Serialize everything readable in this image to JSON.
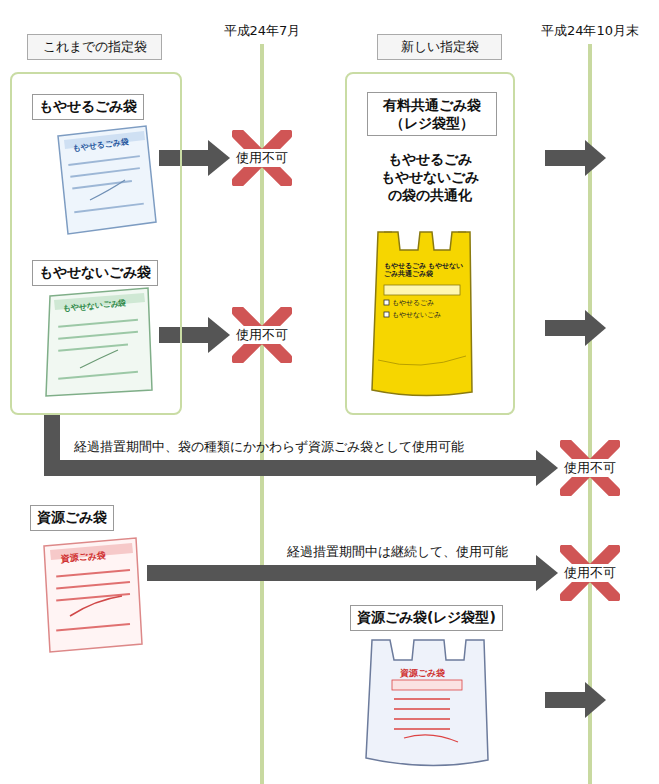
{
  "diagram": {
    "nodes": [
      {
        "text": [
          "これまでの指定袋"
        ]
      },
      {
        "text": [
          "もやせるごみ袋"
        ],
        "in": 0
      },
      {
        "text": [
          "もやせないごみ袋"
        ],
        "in": 0
      },
      {
        "text": [
          "新しい指定袋"
        ]
      },
      {
        "text": [
          "有料共通ごみ袋 （レジ袋型）"
        ],
        "in": 3
      },
      {
        "text": [
          "使用不可"
        ]
      },
      {
        "text": [
          "使用不可"
        ]
      },
      {
        "text": [
          "使用不可"
        ]
      },
      {
        "text": [
          "資源ごみ袋"
        ]
      },
      {
        "text": [
          "使用不可"
        ]
      },
      {
        "text": [
          "資源ごみ袋(レジ袋型)"
        ]
      }
    ],
    "edges": [
      {
        "from": 1,
        "to": 5,
        "arrow": "to"
      },
      {
        "from": 2,
        "to": 6,
        "arrow": "to"
      },
      {
        "from": 0,
        "to": 7,
        "arrow": "to",
        "label": "経過措置期間中、袋の種類にかかわらず資源ごみ袋として使用可能"
      },
      {
        "from": 8,
        "to": 9,
        "arrow": "to",
        "label": "経過措置期間中は継続して、使用可能"
      }
    ],
    "labels": [
      "平成24年7月",
      "平成24年10月末",
      "もやせるごみ もやせないごみ の袋の共通化",
      "もやせるごみ袋",
      "もやせないごみ袋",
      "もやせるごみ もやせないごみ共通ごみ袋",
      "もやせるごみ",
      "もやせないごみ",
      "資源ごみ袋",
      "資源ごみ袋"
    ]
  }
}
